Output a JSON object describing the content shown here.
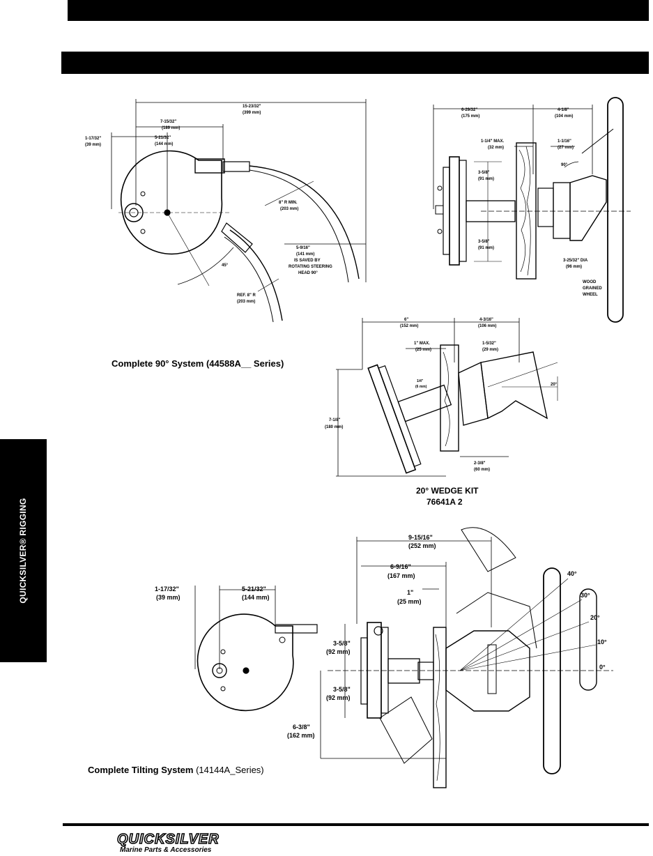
{
  "side_tab": {
    "label": "QUICKSILVER® RIGGING"
  },
  "figure_90": {
    "caption": "Complete 90° System (44588A__ Series)",
    "dims": {
      "overall": "15-23/32\"",
      "overall_mm": "(399 mm)",
      "d2": "7-15/32\"",
      "d2_mm": "(189 mm)",
      "d3": "5-21/32\"",
      "d3_mm": "(144 mm)",
      "d1": "1-17/32\"",
      "d1_mm": "(39 mm)",
      "radius": "8\" R MIN.",
      "radius_mm": "(203 mm)",
      "saved": "5-9/16\"",
      "saved_mm": "(141 mm)",
      "saved_note_1": "IS SAVED BY",
      "saved_note_2": "ROTATING STEERING",
      "saved_note_3": "HEAD 90°",
      "angle": "45°",
      "ref": "REF. 8\" R",
      "ref_mm": "(203 mm)"
    }
  },
  "figure_side": {
    "dims": {
      "a": "6-29/32\"",
      "a_mm": "(175 mm)",
      "b": "4-1/8\"",
      "b_mm": "(104 mm)",
      "c": "1-1/4\" MAX.",
      "c_mm": "(32 mm)",
      "d": "1-1/16\"",
      "d_mm": "(27 mm)",
      "angle": "90°",
      "e": "3-5/8\"",
      "e_mm": "(91 mm)",
      "f": "3-5/8\"",
      "f_mm": "(91 mm)",
      "dia": "3-25/32\" DIA",
      "dia_mm": "(96 mm)",
      "wheel_1": "WOOD",
      "wheel_2": "GRAINED",
      "wheel_3": "WHEEL"
    }
  },
  "figure_wedge": {
    "caption_1": "20° WEDGE KIT",
    "caption_2": "76641A 2",
    "dims": {
      "a": "6\"",
      "a_mm": "(152 mm)",
      "b": "4-3/16\"",
      "b_mm": "(106 mm)",
      "c": "1\" MAX.",
      "c_mm": "(25 mm)",
      "d": "1-5/32\"",
      "d_mm": "(29 mm)",
      "e": "1/4\"",
      "e_mm": "(6 mm)",
      "angle": "20°",
      "h": "7-1/8\"",
      "h_mm": "(180 mm)",
      "f": "2-3/8\"",
      "f_mm": "(60 mm)"
    }
  },
  "figure_tilt": {
    "caption_bold": "Complete Tilting System",
    "caption_rest": " (14144A_Series)",
    "dims": {
      "a": "9-15/16\"",
      "a_mm": "(252 mm)",
      "b": "6-9/16\"",
      "b_mm": "(167 mm)",
      "c": "1\"",
      "c_mm": "(25 mm)",
      "d": "1-17/32\"",
      "d_mm": "(39 mm)",
      "e": "5-21/32\"",
      "e_mm": "(144 mm)",
      "f": "3-5/8\"",
      "f_mm": "(92 mm)",
      "g": "3-5/8\"",
      "g_mm": "(92 mm)",
      "h": "6-3/8\"",
      "h_mm": "(162 mm)",
      "ang40": "40°",
      "ang30": "30°",
      "ang20": "20°",
      "ang10": "10°",
      "ang0": "0°"
    }
  },
  "footer": {
    "logo": "QUICKSILVER",
    "tagline": "Marine Parts & Accessories"
  }
}
